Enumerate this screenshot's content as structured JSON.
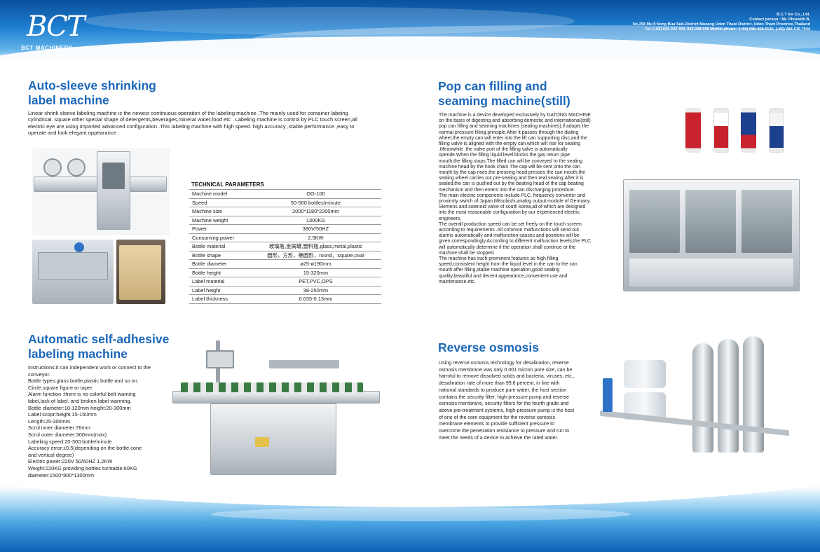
{
  "header": {
    "logo_mark": "BCT",
    "logo_text": "BCT MACHINERY",
    "contact_lines": [
      "B.C.T Ice Co., Ltd.",
      "Contact person : Mr. Phoosith B.",
      "No.258 Mu 8 Nong Bua Sub-District Mueang Udon Thani District, Udon Thani Province,Thailand",
      "Tel. (+66) 042-222 300, 042-248 936   Mobile phone : (+66) 086-458 6125, (+66) 084-516 7544"
    ]
  },
  "sections": {
    "sleeve": {
      "title_line1": "Auto-sleeve shrinking",
      "title_line2": "label machine",
      "description": "Linear shrink sleeve labeling machine is the newest continuous operation of the labeling machine ,The mainly used for container labeing cylindrical. square other special shape of detergents,beverages,mineral water,food etc . Labeling machine is control  by PLC touch screen,all electric eye are using imported advanced configuration .This labeling machine with high speed. high accuracy ,stable performance ,easy to operate and look elegant oppearance ."
    },
    "spec": {
      "title": "TECHNICAL PARAMETERS",
      "rows": [
        {
          "label": "Machine model",
          "value": "OG-100"
        },
        {
          "label": "Speed",
          "value": "50-500 bottles/minute"
        },
        {
          "label": "Machine size",
          "value": "2000*1180*2200mm"
        },
        {
          "label": "Machine weight",
          "value": "1300KG"
        },
        {
          "label": "Power",
          "value": "380V/50HZ"
        },
        {
          "label": "Consurning power",
          "value": "2.5KW"
        },
        {
          "label": "Bottle material",
          "value": "玻璃瓶,金属罐,塑料瓶,glass,metal,plastic"
        },
        {
          "label": "Bottle shape",
          "value": "圆形，方形，椭圆形，round，square,oval"
        },
        {
          "label": "Bottle diameter",
          "value": "ø25-ø190mm"
        },
        {
          "label": "Bottle height",
          "value": "15-320mm"
        },
        {
          "label": "Label material",
          "value": "PET,PVC,OPS"
        },
        {
          "label": "Label height",
          "value": "38-250mm"
        },
        {
          "label": "Label thickness",
          "value": "0.035-0.13mm"
        }
      ]
    },
    "popcan": {
      "title_line1": "Pop can filling and",
      "title_line2": "seaming machine(still)",
      "paragraph1": "The machine is a device developed exclusively by DATONG MACHINE on the basis of digesting and absorbing domestic and international(still) pop can filling and seaming machines (sealing machines).if adopts the normal pressure filling principle.After it passes through the dialing wheel,the empty can will enter into the lift can supporting disc,and the filling valve is aligned with the empty can.which will rise for sealing .Meanwhile ,the valve port of the filling valve is automatically opende.When the filling liquid level blocks the gas return pipe mouth,the filling stops.The filled can will be conveyed to the sealing machine head by the hook chain.The cap will be sent onto the can mouth by the cap rises,the pressing head presses the can mouth,the sealing wheel carries out pre-sealing and then real sealing.After it is sealed,the can is pushed out by the beating head of the cap beating mechanism and then enters into the can discharging procedure.",
      "paragraph2": "The main electric components include PLC, frequency converter and proximity switch of Japan Mitsubishi,analog output module of Germany Siemens and solenoid valve of south korea,all of which are designed into the most reasonable configuration by our experienced electric engineers.",
      "paragraph3": "The overall production speed can be set freely on the touch screen according to requirements .All common malfunctions will send out alarms automatically and malfunction causes and positions will be given correspondingly.According to different malfunction levels,the PLC will automatically determine if the operation shall continue or the machine shall be stopped.",
      "paragraph4": "The machine has such prominent features as high filling speed,consistent height from the liquid level in the can to the can mouth affer filling,stable machine operation,good sealing quality,beautiful and decent appearance,convenient use and maintenance.etc."
    },
    "selfadhesive": {
      "title_line1": "Automatic self-adhesive",
      "title_line2": "labeling machine",
      "lines": [
        "Instructions:it can independent work or connect to the",
        "conveyor.",
        "Bottle types:glass bottle,plastic bottle and so on.",
        "Circle,square figure or taper.",
        "Alarm function :there is no colorful belt warning",
        "label,lack of label, and broken label warming.",
        "Bottle diameter:10-120mm height:20-300mm",
        "Label scopr:height 15-150mm",
        "Length:25-300mm",
        "Scrol inner diameter:76mm",
        "Scrol outer diameter:300mm(max)",
        "Labeling speed:20-300 bottle/minute",
        "Accuracy error:±0.5(depending on the bottle cone",
        "and vertical degree)",
        "Electric power:220V 50/60HZ 1.2KW",
        "Weight:220KG providing bottles turntable:60KG",
        "diameter:1500*800*1300mm"
      ]
    },
    "ro": {
      "title": "Reverse osmosis",
      "description": "Using reverse osmosis technology for desalination, reverse osmosis membrane was only 0.001 micron pore size, can be harmful to remove dissolved solids and bacteria, viruses, etc., desalination rate of more than 99.6 percent, in line with national standards to produce pure water, the host section contains the security filter, high-pressure pump and reverse osmosis membrane, security filters for the fourth grade and above pre-treatment systems, high-pressure pump is the host of one of the core equipment for the reverse osmosis membrane elements to provide sufficient pressure to overcome the penetration resistance to pressure and run to meet the needs of a device to achieve the rated water."
    }
  },
  "colors": {
    "heading": "#1c67b8",
    "header_blue": "#0a4f9c",
    "can_red": "#c8232c",
    "can_blue": "#1d3f8f"
  }
}
